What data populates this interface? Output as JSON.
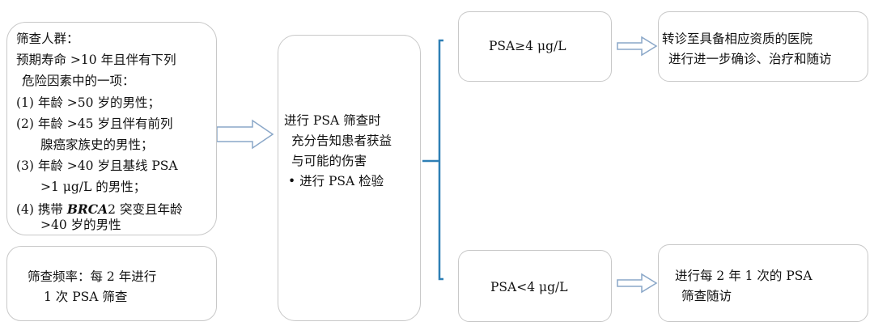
{
  "population": {
    "title": "筛查人群：",
    "lines": [
      "预期寿命 >10 年且伴有下列",
      "危险因素中的一项：",
      "(1) 年龄 >50 岁的男性；",
      "(2) 年龄 >45 岁且伴有前列",
      "腺癌家族史的男性；",
      "(3) 年龄 >40 岁且基线 PSA",
      ">1 μg/L 的男性；",
      "(4) 携带 ",
      "BRCA",
      "2 突变且年龄",
      ">40 岁的男性"
    ]
  },
  "frequency": {
    "lines": [
      "筛查频率：每 2 年进行",
      "1 次 PSA 筛查"
    ]
  },
  "screening": {
    "lines": [
      "进行 PSA 筛查时",
      "充分告知患者获益",
      "与可能的伤害",
      "• 进行 PSA 检验"
    ]
  },
  "high_psa": {
    "label": "PSA≥4 μg/L"
  },
  "referral": {
    "lines": [
      "转诊至具备相应资质的医院",
      "进行进一步确诊、治疗和随访"
    ]
  },
  "low_psa": {
    "label": "PSA<4 μg/L"
  },
  "followup": {
    "lines": [
      "进行每 2 年 1 次的 PSA",
      "筛查随访"
    ]
  },
  "colors": {
    "bracket": "#2e7fb5",
    "arrow_stroke": "#8aa7c8",
    "box_border": "#c8c8c8"
  }
}
